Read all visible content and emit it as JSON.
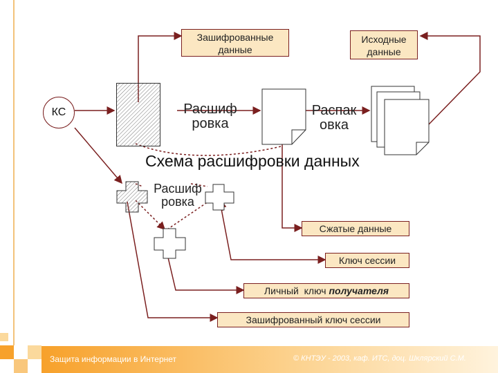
{
  "diagram": {
    "title": "Схема расшифровки данных",
    "ks_label": "КС",
    "encrypted_data_label": "Зашифрованные данные",
    "source_data_label": "Исходные данные",
    "decrypt_label_top": "Расшиф ровка",
    "unpack_label": "Распак овка",
    "decrypt_label_mid": "Расшиф ровка",
    "compressed_data_label": "Сжатые данные",
    "session_key_label": "Ключ сессии",
    "private_key_label_prefix": "Личный  ключ ",
    "private_key_label_emph": "получателя",
    "encrypted_session_key_label": "Зашифрованный ключ сессии"
  },
  "footer": {
    "left_text": "Защита информации в Интернет",
    "right_text": "© КНТЭУ - 2003, каф. ИТС, доц. Шклярский С.М."
  },
  "colors": {
    "arrow": "#7a1f1f",
    "box_fill": "#fbe7c2",
    "accent": "#f7a12b"
  }
}
